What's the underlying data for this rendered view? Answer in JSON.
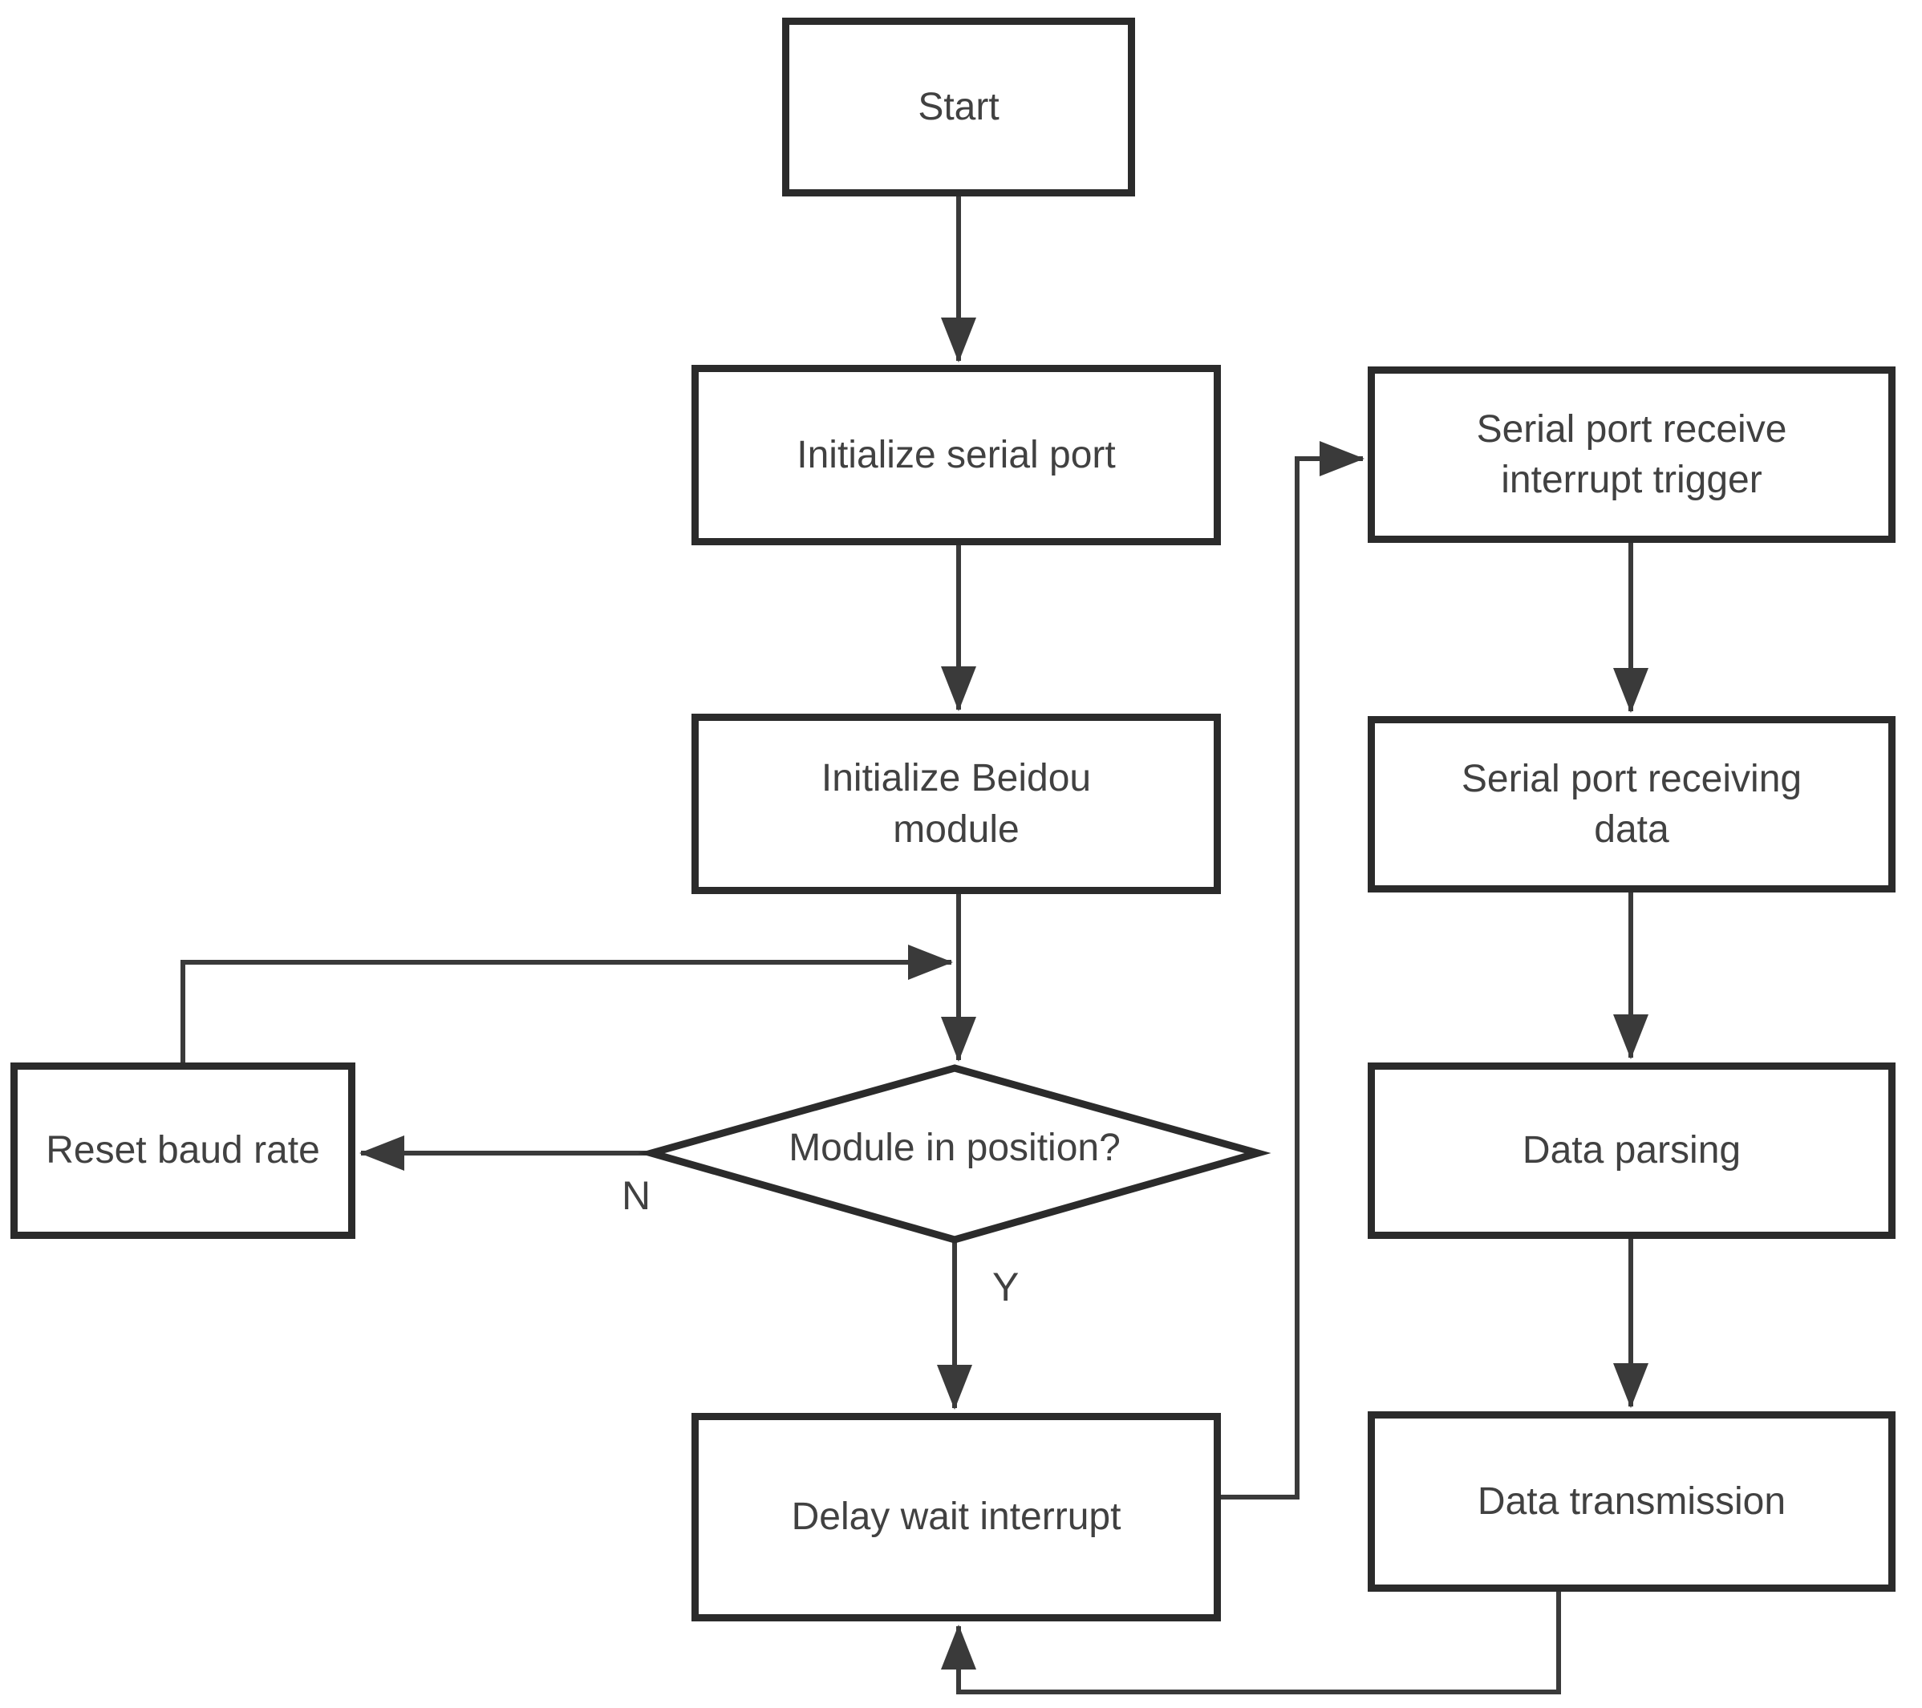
{
  "diagram": {
    "nodes": {
      "start": {
        "label": "Start"
      },
      "init_serial": {
        "label": "Initialize serial port"
      },
      "init_beidou": {
        "label": "Initialize Beidou\nmodule"
      },
      "decision": {
        "label": "Module in position?"
      },
      "reset_baud": {
        "label": "Reset baud rate"
      },
      "delay_wait": {
        "label": "Delay wait interrupt"
      },
      "serial_trigger": {
        "label": "Serial port receive\ninterrupt trigger"
      },
      "serial_receiving": {
        "label": "Serial port receiving\ndata"
      },
      "data_parsing": {
        "label": "Data parsing"
      },
      "data_transmission": {
        "label": "Data transmission"
      }
    },
    "edge_labels": {
      "no": "N",
      "yes": "Y"
    },
    "colors": {
      "background": "#ffffff",
      "box_border": "#2b2b2b",
      "line": "#3a3a3a",
      "text": "#414141"
    }
  }
}
